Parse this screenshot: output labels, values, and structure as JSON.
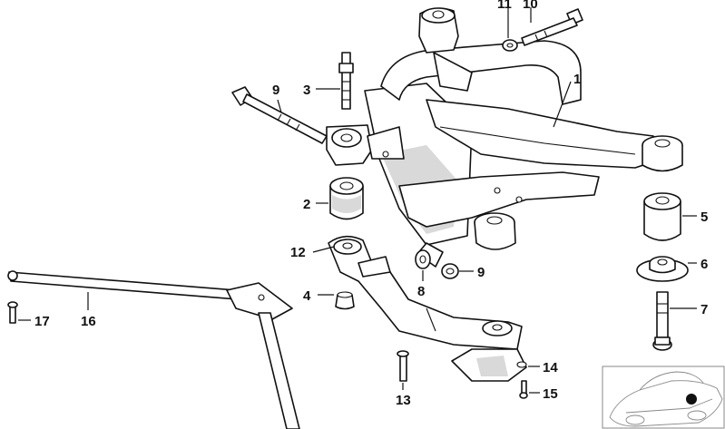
{
  "diagram": {
    "callouts": {
      "c1": "1",
      "c2": "2",
      "c3": "3",
      "c4": "4",
      "c5": "5",
      "c6": "6",
      "c7": "7",
      "c8": "8",
      "c9a": "9",
      "c9b": "9",
      "c10": "10",
      "c11": "11",
      "c12": "12",
      "c13": "13",
      "c14": "14",
      "c15": "15",
      "c16": "16",
      "c17": "17"
    },
    "thumbnail": {
      "frame_color": "#888888",
      "marker_color": "#111111"
    }
  }
}
